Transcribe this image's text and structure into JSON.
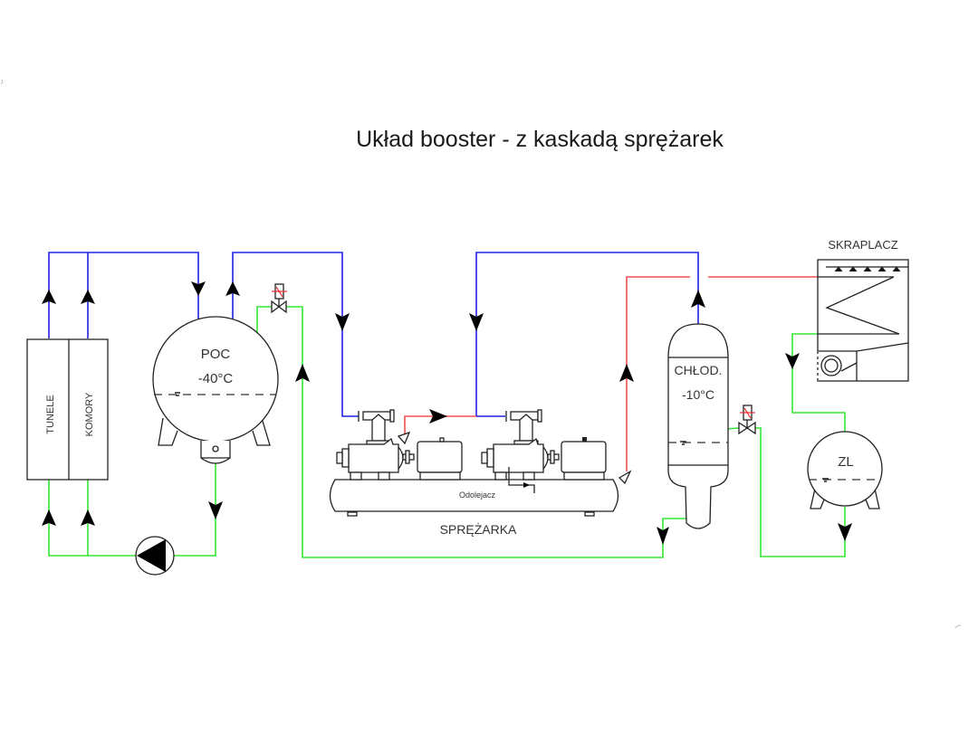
{
  "diagram": {
    "title": "Układ booster - z kaskadą sprężarek",
    "equipment": {
      "tunele": "TUNELE",
      "komory": "KOMORY",
      "poc_name": "POC",
      "poc_temp": "-40°C",
      "compressor_label": "SPRĘŻARKA",
      "oil_separator": "Odolejacz",
      "chlod_name": "CHŁOD.",
      "chlod_temp": "-10°C",
      "condenser": "SKRAPLACZ",
      "receiver": "ZL"
    },
    "line_colors": {
      "suction_low": "#2222e0",
      "discharge_hot_gas": "#f05050",
      "liquid": "#33e633"
    },
    "icons": [
      "pump-icon",
      "expansion-valve-icon",
      "flow-arrow-icon",
      "level-indicator-icon",
      "fan-icon"
    ]
  }
}
